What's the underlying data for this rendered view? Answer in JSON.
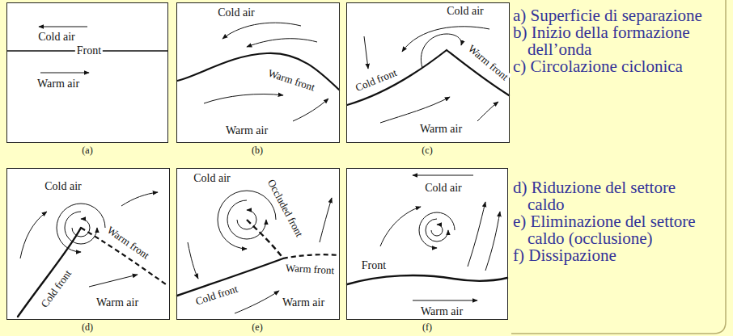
{
  "diagram": {
    "nodes": [
      {
        "text": [
          "Cold air",
          "Front",
          "Warm air",
          "(a)"
        ]
      },
      {
        "text": [
          "Cold air",
          "Warm front",
          "Warm air",
          "(b)"
        ]
      },
      {
        "text": [
          "Cold air",
          "Cold front",
          "Warm front",
          "Warm air",
          "(c)"
        ]
      },
      {
        "text": [
          "Cold air",
          "Cold front",
          "Warm front",
          "Warm air",
          "(d)"
        ]
      },
      {
        "text": [
          "Cold air",
          "Occluded front",
          "Cold front",
          "Warm front",
          "Warm air",
          "(e)"
        ]
      },
      {
        "text": [
          "Cold air",
          "Front",
          "Warm air",
          "(f)"
        ]
      }
    ],
    "labels": [
      "a) Superficie di separazione",
      "b) Inizio della formazione dell’onda",
      "c) Circolazione ciclonica",
      "d) Riduzione del settore caldo",
      "e) Eliminazione del settore caldo (occlusione)",
      "f) Dissipazione"
    ]
  }
}
